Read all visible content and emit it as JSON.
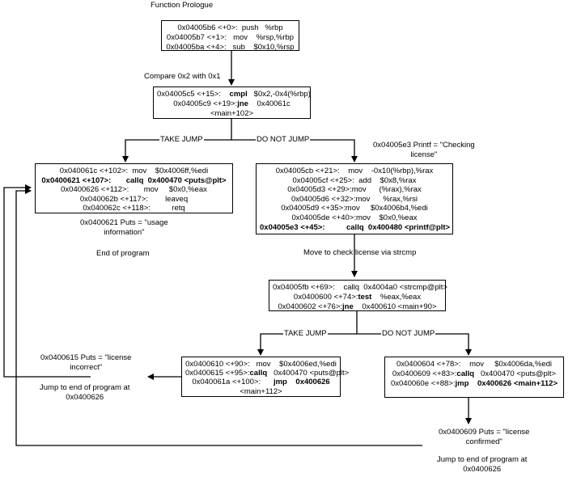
{
  "notes": {
    "function_prologue": "Function Prologue",
    "compare": "Compare 0x2 with 0x1",
    "printf_line1": "0x04005e3 Printf = \"Checking",
    "printf_line2": "license\"",
    "puts_usage_line1": "0x0400621 Puts = \"usage",
    "puts_usage_line2": "information\"",
    "end_of_program": "End of program",
    "move_check": "Move to check license via strcmp",
    "puts_incorrect_line1": "0x0400615 Puts = \"license",
    "puts_incorrect_line2": "incorrect\"",
    "jump_end_left_line1": "Jump to end of program at",
    "jump_end_left_line2": "0x0400626",
    "puts_confirmed_line1": "0x0400609 Puts = \"license",
    "puts_confirmed_line2": "confirmed\"",
    "jump_end_right_line1": "Jump to end of program at",
    "jump_end_right_line2": "0x0400626"
  },
  "edges": {
    "take_jump_1": "TAKE JUMP",
    "do_not_jump_1": "DO NOT JUMP",
    "take_jump_2": "TAKE JUMP",
    "do_not_jump_2": "DO NOT JUMP"
  },
  "blocks": {
    "prologue": [
      [
        "0x04005b6 <+0>:",
        "push",
        "%rbp"
      ],
      [
        "0x04005b7 <+1>:",
        "mov",
        "%rsp,%rbp"
      ],
      [
        "0x04005ba <+4>:",
        "sub",
        "$0x10,%rsp"
      ]
    ],
    "compare": [
      [
        "0x04005c5 <+15>:",
        "cmpl",
        "$0x2,-0x4(%rbp)"
      ],
      [
        "0x04005c9 <+19>:",
        "jne",
        "0x40061c"
      ],
      [
        "",
        "",
        "<main+102>"
      ]
    ],
    "usage": [
      [
        "0x040061c <+102>:",
        "mov",
        "$0x4006ff,%edi"
      ],
      [
        "0x0400621 <+107>:",
        "callq",
        "0x400470 <puts@plt>"
      ],
      [
        "0x0400626 <+112>:",
        "mov",
        "$0x0,%eax"
      ],
      [
        "0x040062b <+117>:",
        "leaveq",
        ""
      ],
      [
        "0x040062c <+118>:",
        "retq",
        ""
      ]
    ],
    "check": [
      [
        "0x04005cb <+21>:",
        "mov",
        "-0x10(%rbp),%rax"
      ],
      [
        "0x04005cf <+25>:",
        "add",
        "$0x8,%rax"
      ],
      [
        "0x04005d3 <+29>:",
        "mov",
        "(%rax),%rax"
      ],
      [
        "0x04005d6 <+32>:",
        "mov",
        "%rax,%rsi"
      ],
      [
        "0x04005d9 <+35>:",
        "mov",
        "$0x4006b4,%edi"
      ],
      [
        "0x04005de <+40>:",
        "mov",
        "$0x0,%eax"
      ],
      [
        "0x04005e3 <+45>:",
        "callq",
        "0x400480 <printf@plt>"
      ]
    ],
    "strcmp": [
      [
        "0x04005fb <+69>:",
        "callq",
        "0x4004a0 <strcmp@plt>"
      ],
      [
        "0x0400600 <+74>:",
        "test",
        "%eax,%eax"
      ],
      [
        "0x0400602 <+76>:",
        "jne",
        "0x400610 <main+90>"
      ]
    ],
    "incorrect": [
      [
        "0x0400610 <+90>:",
        "mov",
        "$0x4006ed,%edi"
      ],
      [
        "0x0400615 <+95>:",
        "callq",
        "0x400470 <puts@plt>"
      ],
      [
        "0x040061a <+100>:",
        "jmp",
        "0x400626"
      ],
      [
        "",
        "",
        "<main+112>"
      ]
    ],
    "confirmed": [
      [
        "0x0400604 <+78>:",
        "mov",
        "$0x4006da,%edi"
      ],
      [
        "0x0400609 <+83>:",
        "callq",
        "0x400470 <puts@plt>"
      ],
      [
        "0x040060e <+88>:",
        "jmp",
        "0x400626 <main+112>"
      ]
    ]
  }
}
